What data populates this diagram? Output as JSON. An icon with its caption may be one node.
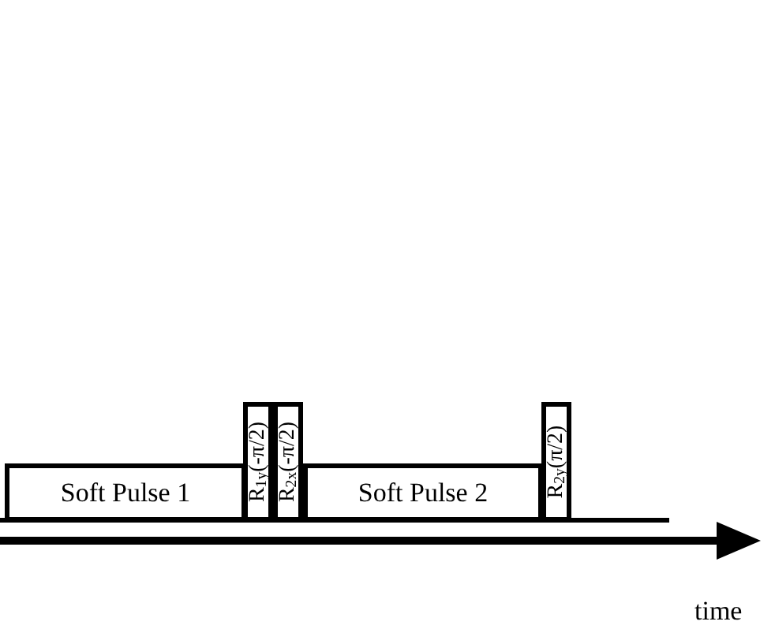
{
  "diagram": {
    "nodes": [
      {
        "text": [
          "Soft Pulse 1"
        ]
      },
      {
        "text": [
          "R$_{1y}$(-π/2)"
        ]
      },
      {
        "text": [
          "R$_{2x}$(-π/2)"
        ]
      },
      {
        "text": [
          "Soft Pulse 2"
        ]
      },
      {
        "text": [
          "R$_{2y}$(π/2)"
        ]
      }
    ],
    "labels": [
      "time"
    ]
  }
}
